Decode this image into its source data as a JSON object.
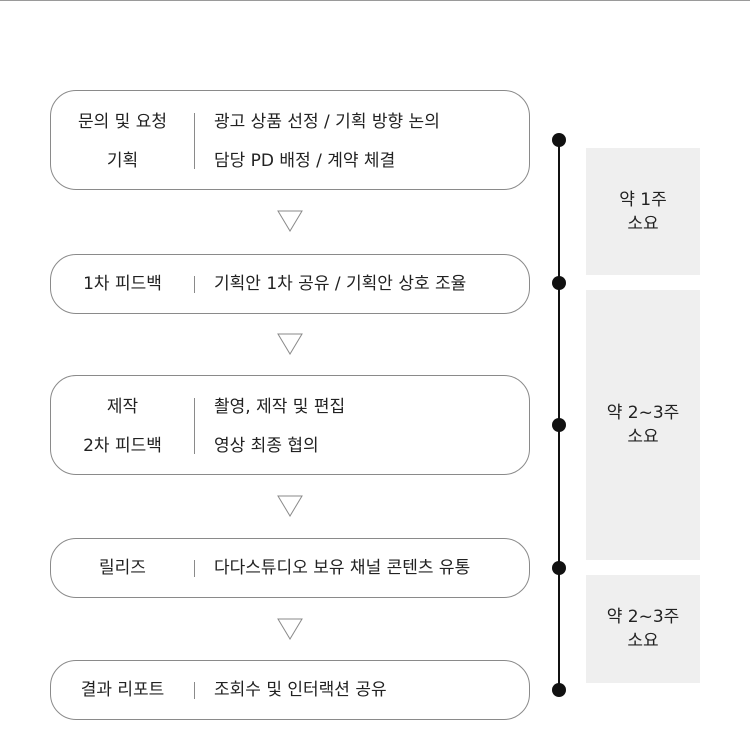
{
  "stages": [
    {
      "labels": [
        "문의 및 요청",
        "기획"
      ],
      "descriptions": [
        "광고 상품 선정 / 기획 방향 논의",
        "담당 PD 배정 / 계약 체결"
      ]
    },
    {
      "labels": [
        "1차 피드백"
      ],
      "descriptions": [
        "기획안 1차 공유 / 기획안 상호 조율"
      ]
    },
    {
      "labels": [
        "제작",
        "2차 피드백"
      ],
      "descriptions": [
        "촬영, 제작 및 편집",
        "영상 최종 협의"
      ]
    },
    {
      "labels": [
        "릴리즈"
      ],
      "descriptions": [
        "다다스튜디오 보유 채널 콘텐츠 유통"
      ]
    },
    {
      "labels": [
        "결과 리포트"
      ],
      "descriptions": [
        "조회수 및 인터랙션 공유"
      ]
    }
  ],
  "durations": [
    {
      "line1": "약 1주",
      "line2": "소요"
    },
    {
      "line1": "약 2~3주",
      "line2": "소요"
    },
    {
      "line1": "약 2~3주",
      "line2": "소요"
    }
  ],
  "colors": {
    "border": "#8a8a8a",
    "timeline": "#111111",
    "duration_bg": "#efefef"
  }
}
